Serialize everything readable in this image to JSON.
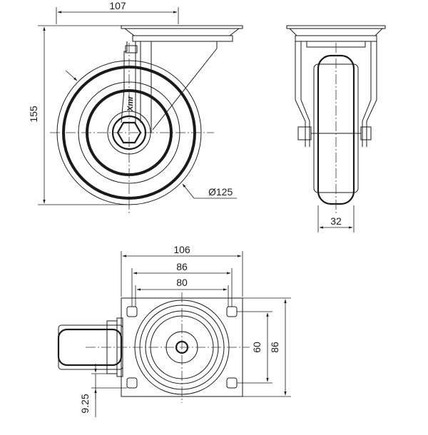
{
  "drawing": {
    "dimensions": {
      "side_width": "107",
      "side_height": "155",
      "wheel_diameter": "Ø125",
      "wheel_width": "32",
      "plate_width": "106",
      "hole_spacing_outer": "86",
      "hole_spacing_inner": "80",
      "plate_hole_spacing_v": "60",
      "plate_height": "86",
      "offset": "9.25"
    },
    "brand_logo": "Xmr"
  }
}
